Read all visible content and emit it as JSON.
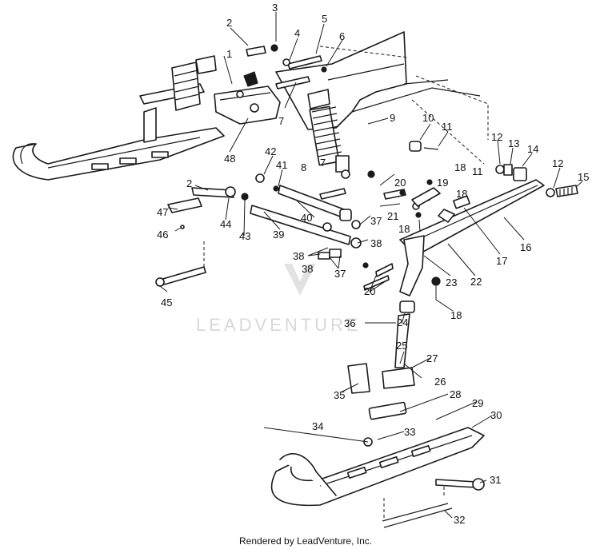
{
  "diagram": {
    "callouts": [
      "1",
      "2",
      "3",
      "4",
      "5",
      "6",
      "7",
      "7",
      "8",
      "9",
      "10",
      "11",
      "12",
      "13",
      "14",
      "12",
      "15",
      "16",
      "17",
      "18",
      "11",
      "18",
      "19",
      "20",
      "21",
      "18",
      "22",
      "23",
      "18",
      "20",
      "24",
      "25",
      "26",
      "27",
      "28",
      "29",
      "30",
      "31",
      "32",
      "33",
      "34",
      "35",
      "36",
      "37",
      "38",
      "38",
      "37",
      "38",
      "39",
      "40",
      "41",
      "42",
      "43",
      "44",
      "2",
      "45",
      "46",
      "47",
      "48"
    ]
  },
  "watermark": {
    "text": "LEADVENTURE"
  },
  "footer": {
    "text": "Rendered by LeadVenture, Inc."
  }
}
